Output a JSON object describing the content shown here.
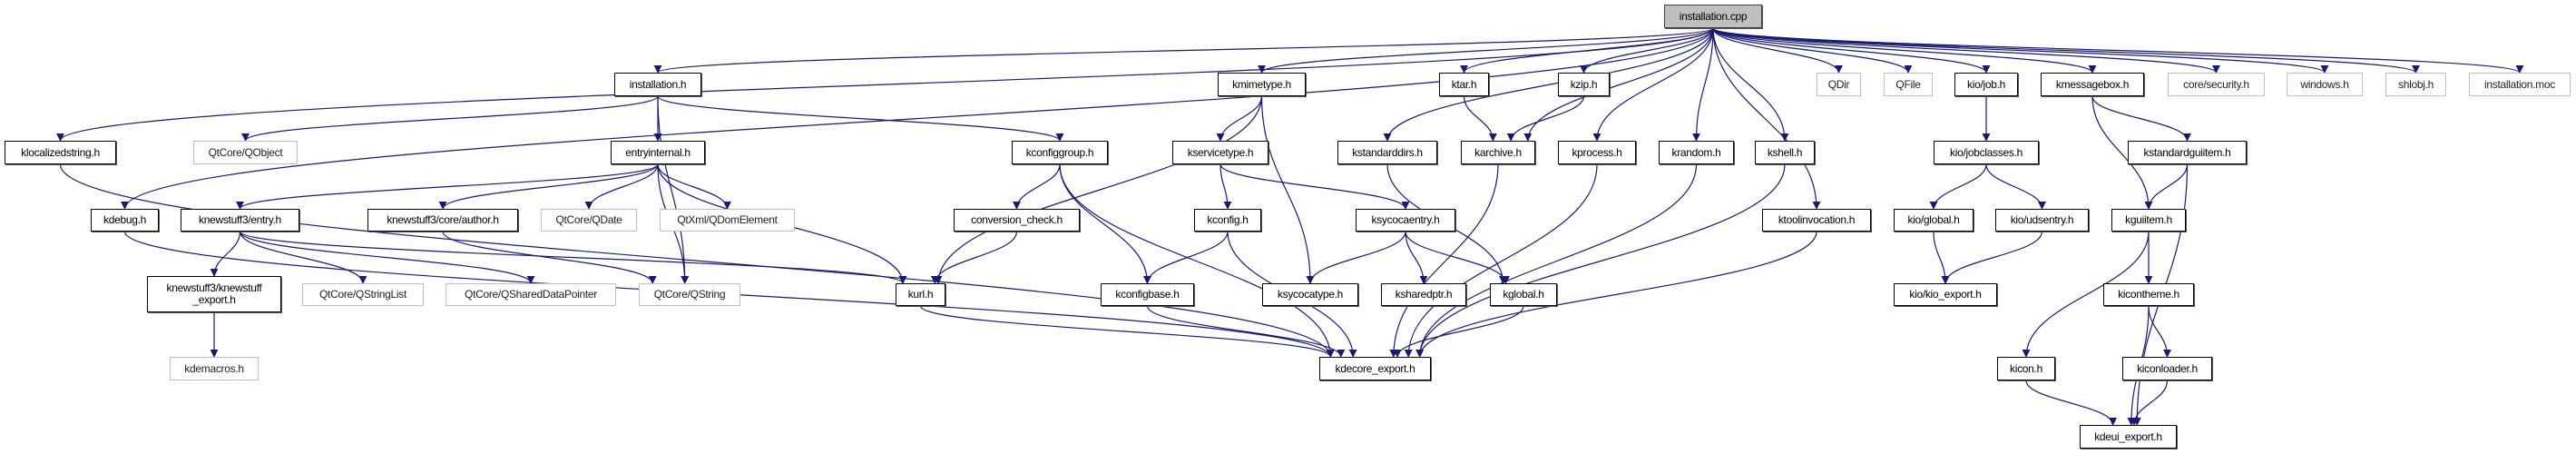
{
  "edge_color": "#191970",
  "nodes": [
    {
      "id": "installation_cpp",
      "label": "installation.cpp",
      "kind": "main"
    },
    {
      "id": "installation_h",
      "label": "installation.h",
      "kind": "found"
    },
    {
      "id": "klocalizedstring",
      "label": "klocalizedstring.h",
      "kind": "found"
    },
    {
      "id": "qobject",
      "label": "QtCore/QObject",
      "kind": "external"
    },
    {
      "id": "entryinternal",
      "label": "entryinternal.h",
      "kind": "found"
    },
    {
      "id": "kdebug",
      "label": "kdebug.h",
      "kind": "found"
    },
    {
      "id": "entry",
      "label": "knewstuff3/entry.h",
      "kind": "found"
    },
    {
      "id": "author",
      "label": "knewstuff3/core/author.h",
      "kind": "found"
    },
    {
      "id": "qdate",
      "label": "QtCore/QDate",
      "kind": "external"
    },
    {
      "id": "qdomelement",
      "label": "QtXml/QDomElement",
      "kind": "external"
    },
    {
      "id": "knewstuff_export",
      "label": "knewstuff3/knewstuff\n_export.h",
      "kind": "found"
    },
    {
      "id": "qstringlist",
      "label": "QtCore/QStringList",
      "kind": "external"
    },
    {
      "id": "qshareddatapointer",
      "label": "QtCore/QSharedDataPointer",
      "kind": "external"
    },
    {
      "id": "qstring",
      "label": "QtCore/QString",
      "kind": "external"
    },
    {
      "id": "kdemacros",
      "label": "kdemacros.h",
      "kind": "external"
    },
    {
      "id": "kmimetype",
      "label": "kmimetype.h",
      "kind": "found"
    },
    {
      "id": "ktar",
      "label": "ktar.h",
      "kind": "found"
    },
    {
      "id": "kzip",
      "label": "kzip.h",
      "kind": "found"
    },
    {
      "id": "kconfiggroup",
      "label": "kconfiggroup.h",
      "kind": "found"
    },
    {
      "id": "kservicetype",
      "label": "kservicetype.h",
      "kind": "found"
    },
    {
      "id": "kstandarddirs",
      "label": "kstandarddirs.h",
      "kind": "found"
    },
    {
      "id": "karchive",
      "label": "karchive.h",
      "kind": "found"
    },
    {
      "id": "kprocess",
      "label": "kprocess.h",
      "kind": "found"
    },
    {
      "id": "krandom",
      "label": "krandom.h",
      "kind": "found"
    },
    {
      "id": "conversion_check",
      "label": "conversion_check.h",
      "kind": "found"
    },
    {
      "id": "kconfig",
      "label": "kconfig.h",
      "kind": "found"
    },
    {
      "id": "ksycocaentry",
      "label": "ksycocaentry.h",
      "kind": "found"
    },
    {
      "id": "kurl",
      "label": "kurl.h",
      "kind": "found"
    },
    {
      "id": "kconfigbase",
      "label": "kconfigbase.h",
      "kind": "found"
    },
    {
      "id": "ksycocatype",
      "label": "ksycocatype.h",
      "kind": "found"
    },
    {
      "id": "ksharedptr",
      "label": "ksharedptr.h",
      "kind": "found"
    },
    {
      "id": "kglobal",
      "label": "kglobal.h",
      "kind": "found"
    },
    {
      "id": "kdecore_export",
      "label": "kdecore_export.h",
      "kind": "found"
    },
    {
      "id": "qdir",
      "label": "QDir",
      "kind": "external"
    },
    {
      "id": "qfile",
      "label": "QFile",
      "kind": "external"
    },
    {
      "id": "kio_job",
      "label": "kio/job.h",
      "kind": "found"
    },
    {
      "id": "kmessagebox",
      "label": "kmessagebox.h",
      "kind": "found"
    },
    {
      "id": "core_security",
      "label": "core/security.h",
      "kind": "external"
    },
    {
      "id": "windows",
      "label": "windows.h",
      "kind": "external"
    },
    {
      "id": "shlobj",
      "label": "shlobj.h",
      "kind": "external"
    },
    {
      "id": "installation_moc",
      "label": "installation.moc",
      "kind": "external"
    },
    {
      "id": "kshell",
      "label": "kshell.h",
      "kind": "found"
    },
    {
      "id": "kio_jobclasses",
      "label": "kio/jobclasses.h",
      "kind": "found"
    },
    {
      "id": "kstandardguiitem",
      "label": "kstandardguiitem.h",
      "kind": "found"
    },
    {
      "id": "ktoolinvocation",
      "label": "ktoolinvocation.h",
      "kind": "found"
    },
    {
      "id": "kio_global",
      "label": "kio/global.h",
      "kind": "found"
    },
    {
      "id": "kio_udsentry",
      "label": "kio/udsentry.h",
      "kind": "found"
    },
    {
      "id": "kguiitem",
      "label": "kguiitem.h",
      "kind": "found"
    },
    {
      "id": "kio_export",
      "label": "kio/kio_export.h",
      "kind": "found"
    },
    {
      "id": "kicontheme",
      "label": "kicontheme.h",
      "kind": "found"
    },
    {
      "id": "kicon",
      "label": "kicon.h",
      "kind": "found"
    },
    {
      "id": "kiconloader",
      "label": "kiconloader.h",
      "kind": "found"
    },
    {
      "id": "kdeui_export",
      "label": "kdeui_export.h",
      "kind": "found"
    }
  ],
  "edges": [
    [
      "installation_cpp",
      "installation_h"
    ],
    [
      "installation_cpp",
      "klocalizedstring"
    ],
    [
      "installation_cpp",
      "kdebug"
    ],
    [
      "installation_cpp",
      "kmimetype"
    ],
    [
      "installation_cpp",
      "kstandarddirs"
    ],
    [
      "installation_cpp",
      "ktar"
    ],
    [
      "installation_cpp",
      "kzip"
    ],
    [
      "installation_cpp",
      "karchive"
    ],
    [
      "installation_cpp",
      "kprocess"
    ],
    [
      "installation_cpp",
      "krandom"
    ],
    [
      "installation_cpp",
      "kshell"
    ],
    [
      "installation_cpp",
      "ktoolinvocation"
    ],
    [
      "installation_cpp",
      "qdir"
    ],
    [
      "installation_cpp",
      "qfile"
    ],
    [
      "installation_cpp",
      "kio_job"
    ],
    [
      "installation_cpp",
      "kmessagebox"
    ],
    [
      "installation_cpp",
      "core_security"
    ],
    [
      "installation_cpp",
      "windows"
    ],
    [
      "installation_cpp",
      "shlobj"
    ],
    [
      "installation_cpp",
      "installation_moc"
    ],
    [
      "installation_h",
      "qobject"
    ],
    [
      "installation_h",
      "entryinternal"
    ],
    [
      "installation_h",
      "kconfiggroup"
    ],
    [
      "installation_h",
      "qstring"
    ],
    [
      "entryinternal",
      "entry"
    ],
    [
      "entryinternal",
      "author"
    ],
    [
      "entryinternal",
      "qdate"
    ],
    [
      "entryinternal",
      "qdomelement"
    ],
    [
      "entryinternal",
      "qstring"
    ],
    [
      "entryinternal",
      "kurl"
    ],
    [
      "entry",
      "knewstuff_export"
    ],
    [
      "entry",
      "qstringlist"
    ],
    [
      "entry",
      "qshareddatapointer"
    ],
    [
      "entry",
      "kurl"
    ],
    [
      "author",
      "qstring"
    ],
    [
      "knewstuff_export",
      "kdemacros"
    ],
    [
      "klocalizedstring",
      "kdecore_export"
    ],
    [
      "kdebug",
      "kdecore_export"
    ],
    [
      "kmimetype",
      "kurl"
    ],
    [
      "kmimetype",
      "kservicetype"
    ],
    [
      "kmimetype",
      "ksycocatype"
    ],
    [
      "kconfiggroup",
      "conversion_check"
    ],
    [
      "kconfiggroup",
      "kconfigbase"
    ],
    [
      "kconfiggroup",
      "kdecore_export"
    ],
    [
      "conversion_check",
      "kurl"
    ],
    [
      "kurl",
      "kdecore_export"
    ],
    [
      "kservicetype",
      "kconfig"
    ],
    [
      "kservicetype",
      "ksycocaentry"
    ],
    [
      "kconfig",
      "kconfigbase"
    ],
    [
      "kconfig",
      "kdecore_export"
    ],
    [
      "kconfigbase",
      "kdecore_export"
    ],
    [
      "ksycocaentry",
      "ksycocatype"
    ],
    [
      "ksycocaentry",
      "ksharedptr"
    ],
    [
      "ksycocaentry",
      "kglobal"
    ],
    [
      "kstandarddirs",
      "kglobal"
    ],
    [
      "kglobal",
      "kdecore_export"
    ],
    [
      "ktar",
      "karchive"
    ],
    [
      "kzip",
      "karchive"
    ],
    [
      "karchive",
      "kdecore_export"
    ],
    [
      "kprocess",
      "kdecore_export"
    ],
    [
      "krandom",
      "kdecore_export"
    ],
    [
      "kshell",
      "kdecore_export"
    ],
    [
      "ktoolinvocation",
      "kdecore_export"
    ],
    [
      "kio_job",
      "kio_jobclasses"
    ],
    [
      "kio_jobclasses",
      "kio_global"
    ],
    [
      "kio_jobclasses",
      "kio_udsentry"
    ],
    [
      "kio_global",
      "kio_export"
    ],
    [
      "kio_udsentry",
      "kio_export"
    ],
    [
      "kmessagebox",
      "kstandardguiitem"
    ],
    [
      "kmessagebox",
      "kguiitem"
    ],
    [
      "kstandardguiitem",
      "kguiitem"
    ],
    [
      "kstandardguiitem",
      "kdeui_export"
    ],
    [
      "kguiitem",
      "kicon"
    ],
    [
      "kguiitem",
      "kicontheme"
    ],
    [
      "kicontheme",
      "kiconloader"
    ],
    [
      "kicontheme",
      "kdeui_export"
    ],
    [
      "kicon",
      "kdeui_export"
    ],
    [
      "kiconloader",
      "kdeui_export"
    ]
  ]
}
